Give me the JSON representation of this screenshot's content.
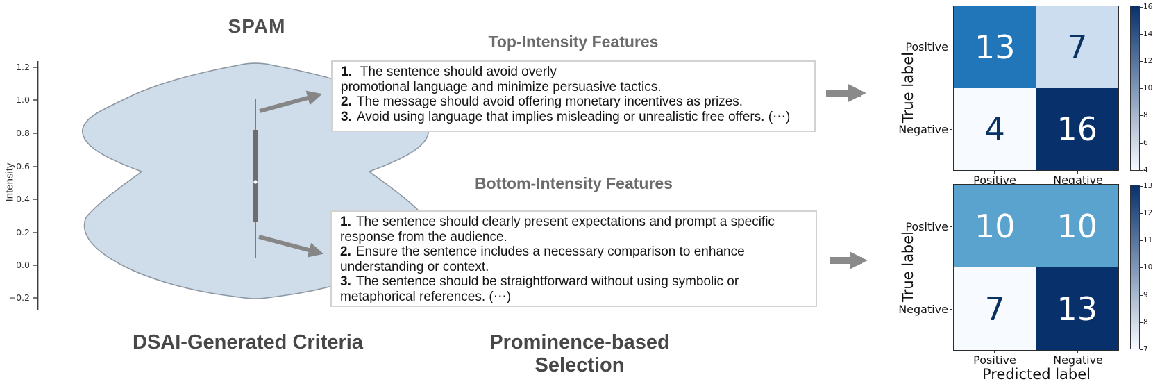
{
  "colors": {
    "violin_fill": "#cfdcea",
    "violin_stroke": "#8d97a1",
    "arrow_gray": "#868686",
    "cm_dark": "#08306b",
    "cm_mid": "#2176b9",
    "cm_light": "#ccddf0",
    "cm_faint": "#f7fbff",
    "cm_mid2": "#5ba3cf"
  },
  "violin": {
    "title": "SPAM",
    "ylabel": "Intensity",
    "yticks": [
      "1.2",
      "1.0",
      "0.8",
      "0.6",
      "0.4",
      "0.2",
      "0.0",
      "−0.2"
    ],
    "caption": "DSAI-Generated Criteria"
  },
  "features": {
    "caption": "Prominence-based Selection",
    "top": {
      "title": "Top-Intensity Features",
      "lines": [
        {
          "n": "1.",
          "t": " The sentence should avoid overly"
        },
        {
          "n": "",
          "t": "promotional language and minimize persuasive tactics."
        },
        {
          "n": "2.",
          "t": "The message should avoid offering monetary incentives as prizes."
        },
        {
          "n": "3.",
          "t": "Avoid using language that implies misleading or unrealistic free offers. (⋯)"
        }
      ]
    },
    "bottom": {
      "title": "Bottom-Intensity Features",
      "lines": [
        {
          "n": "1.",
          "t": "The sentence should clearly present expectations and prompt a specific"
        },
        {
          "n": "",
          "t": "response from the audience."
        },
        {
          "n": "2.",
          "t": "Ensure the sentence includes a necessary comparison to enhance"
        },
        {
          "n": "",
          "t": "understanding or context."
        },
        {
          "n": "3.",
          "t": "The sentence should be straightforward without using symbolic or"
        },
        {
          "n": "",
          "t": "metaphorical references. (⋯)"
        }
      ]
    }
  },
  "matrix_top": {
    "ylabel": "True label",
    "row_labels": [
      "Positive",
      "Negative"
    ],
    "col_labels": [
      "Positive",
      "Negative"
    ],
    "cells": [
      [
        "13",
        "7"
      ],
      [
        "4",
        "16"
      ]
    ],
    "colorbar_ticks": [
      "16",
      "14",
      "12",
      "10",
      "8",
      "6",
      "4"
    ]
  },
  "matrix_bottom": {
    "ylabel": "True label",
    "xlabel": "Predicted label",
    "row_labels": [
      "Positive",
      "Negative"
    ],
    "col_labels": [
      "Positive",
      "Negative"
    ],
    "cells": [
      [
        "10",
        "10"
      ],
      [
        "7",
        "13"
      ]
    ],
    "colorbar_ticks": [
      "13",
      "12",
      "11",
      "10",
      "9",
      "8",
      "7"
    ]
  },
  "chart_data": [
    {
      "type": "violin",
      "title": "SPAM",
      "ylabel": "Intensity",
      "ylim": [
        -0.3,
        1.3
      ],
      "yticks": [
        -0.2,
        0.0,
        0.2,
        0.4,
        0.6,
        0.8,
        1.0,
        1.2
      ],
      "kde_range": [
        -0.2,
        1.22
      ],
      "kde_peaks": [
        0.85,
        0.25
      ],
      "kde_waist": 0.57,
      "box_stats": {
        "median": 0.5,
        "q1": 0.26,
        "q3": 0.82,
        "whisker_low": 0.04,
        "whisker_high": 1.0
      },
      "grid": false
    },
    {
      "type": "heatmap",
      "name": "top-intensity confusion matrix",
      "rows": [
        "Positive",
        "Negative"
      ],
      "cols": [
        "Positive",
        "Negative"
      ],
      "values": [
        [
          13,
          7
        ],
        [
          4,
          16
        ]
      ],
      "xlabel": "",
      "ylabel": "True label",
      "colormap": "Blues",
      "colorbar_range": [
        4,
        16
      ],
      "colorbar_ticks": [
        4,
        6,
        8,
        10,
        12,
        14,
        16
      ]
    },
    {
      "type": "heatmap",
      "name": "bottom-intensity confusion matrix",
      "rows": [
        "Positive",
        "Negative"
      ],
      "cols": [
        "Positive",
        "Negative"
      ],
      "values": [
        [
          10,
          10
        ],
        [
          7,
          13
        ]
      ],
      "xlabel": "Predicted label",
      "ylabel": "True label",
      "colormap": "Blues",
      "colorbar_range": [
        7,
        13
      ],
      "colorbar_ticks": [
        7,
        8,
        9,
        10,
        11,
        12,
        13
      ]
    }
  ]
}
